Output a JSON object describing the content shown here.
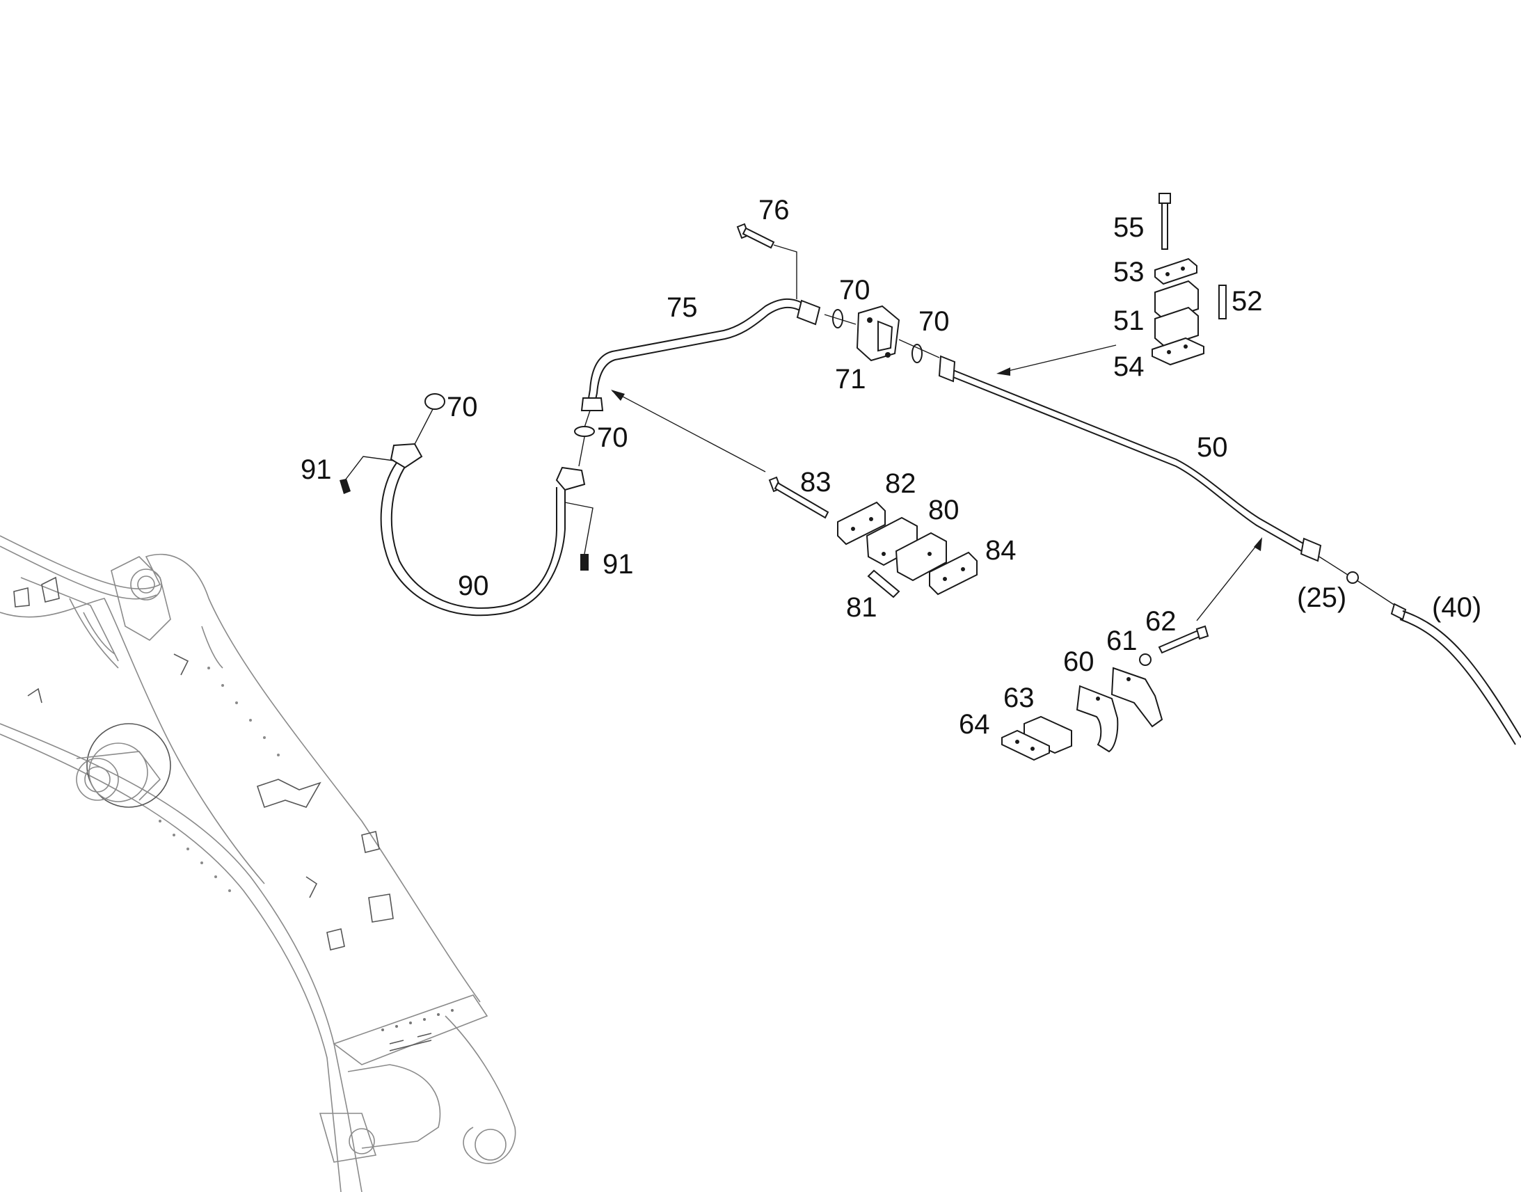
{
  "diagram": {
    "colors": {
      "ink": "#1a1a1a",
      "boom": "#8a8a8a",
      "background": "#ffffff"
    },
    "labels": {
      "l76": "76",
      "l75": "75",
      "l70a": "70",
      "l70b": "70",
      "l70c": "70",
      "l70d": "70",
      "l71": "71",
      "l55": "55",
      "l53": "53",
      "l52": "52",
      "l51": "51",
      "l54": "54",
      "l50": "50",
      "l91a": "91",
      "l91b": "91",
      "l90": "90",
      "l83": "83",
      "l82": "82",
      "l80": "80",
      "l84": "84",
      "l81": "81",
      "l62": "62",
      "l61": "61",
      "l60": "60",
      "l63": "63",
      "l64": "64",
      "l25": "(25)",
      "l40": "(40)"
    }
  }
}
